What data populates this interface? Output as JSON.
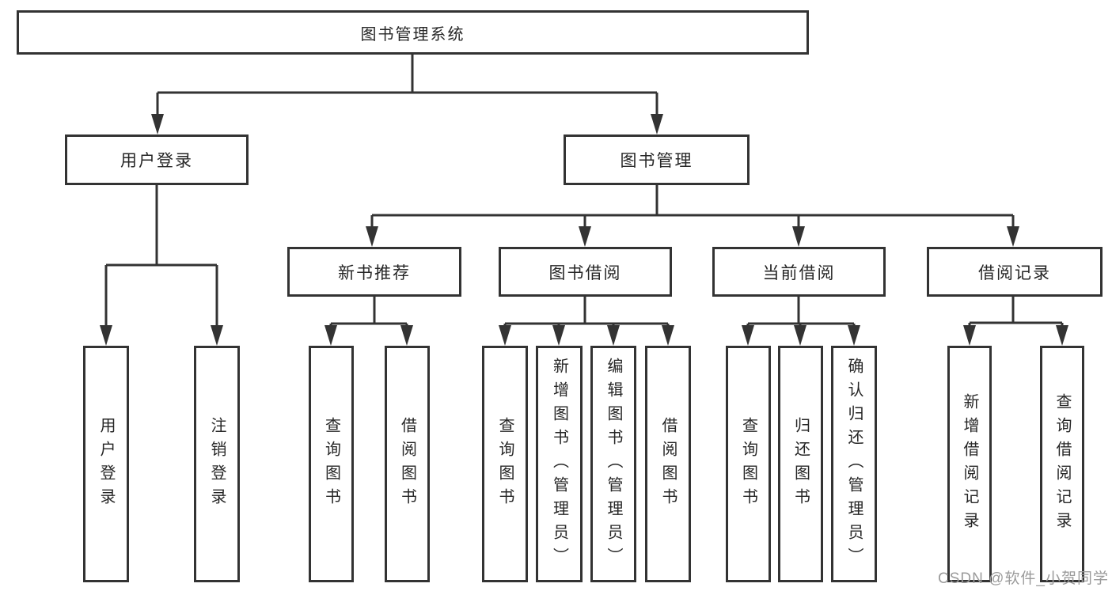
{
  "diagram": {
    "root": "图书管理系统",
    "branches": {
      "user_login": "用户登录",
      "book_mgmt": "图书管理"
    },
    "modules": {
      "new_book": "新书推荐",
      "book_borrow": "图书借阅",
      "current_borrow": "当前借阅",
      "borrow_record": "借阅记录"
    },
    "leaves": {
      "user_login": [
        "用户登录",
        "注销登录"
      ],
      "new_book": [
        "查询图书",
        "借阅图书"
      ],
      "book_borrow": [
        "查询图书",
        "新增图书（管理员）",
        "编辑图书（管理员）",
        "借阅图书"
      ],
      "current_borrow": [
        "查询图书",
        "归还图书",
        "确认归还（管理员）"
      ],
      "borrow_record": [
        "新增借阅记录",
        "查询借阅记录"
      ]
    }
  },
  "watermark": "CSDN @软件_小贺同学",
  "colors": {
    "line": "#333333",
    "box_border": "#333333",
    "text": "#262626",
    "watermark": "#9b9b9b",
    "background": "#ffffff"
  }
}
